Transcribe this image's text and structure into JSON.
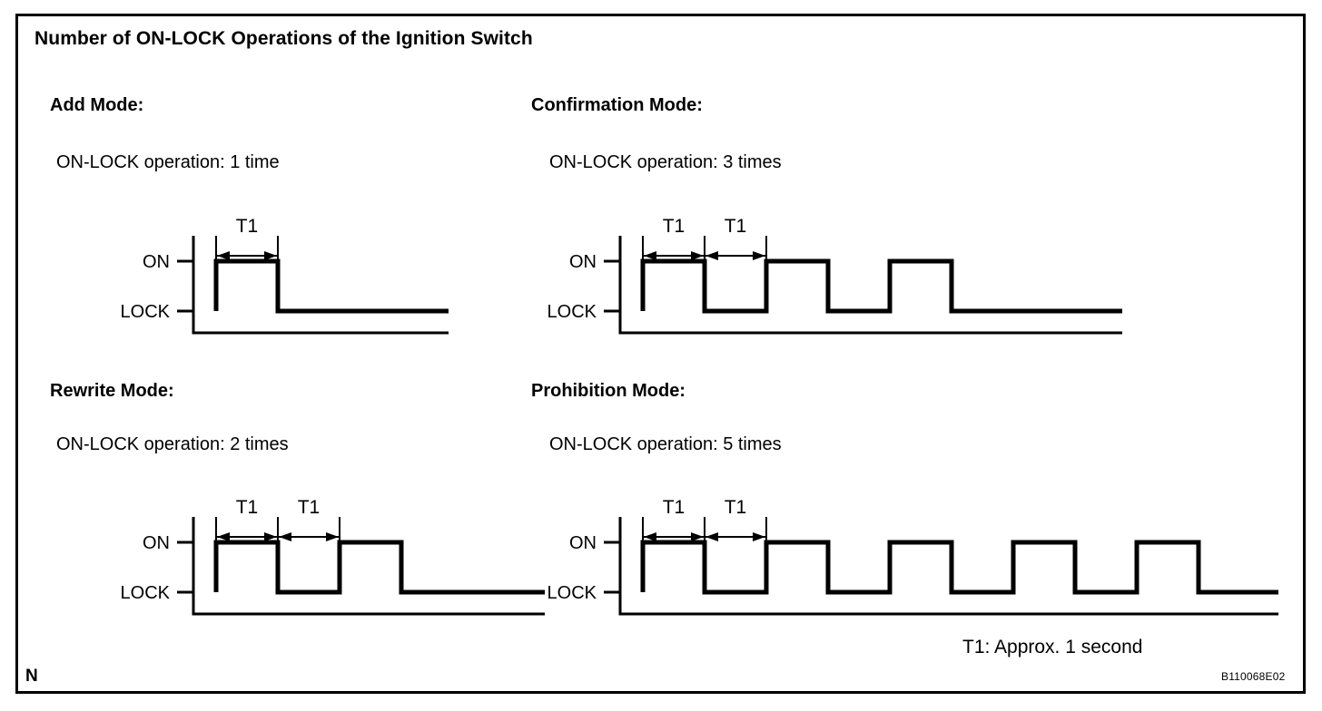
{
  "figure": {
    "title": "Number of ON-LOCK Operations of the Ignition Switch",
    "corner_marker": "N",
    "reference_code": "B110068E02",
    "footnote": "T1: Approx. 1 second"
  },
  "labels": {
    "level_high": "ON",
    "level_low": "LOCK",
    "interval": "T1"
  },
  "panels": [
    {
      "id": "add-mode",
      "heading": "Add Mode:",
      "operation_text": "ON-LOCK operation: 1 time",
      "pulses": 1,
      "dim_count": 1
    },
    {
      "id": "confirmation-mode",
      "heading": "Confirmation Mode:",
      "operation_text": "ON-LOCK operation: 3 times",
      "pulses": 3,
      "dim_count": 2
    },
    {
      "id": "rewrite-mode",
      "heading": "Rewrite Mode:",
      "operation_text": "ON-LOCK operation: 2 times",
      "pulses": 2,
      "dim_count": 2
    },
    {
      "id": "prohibition-mode",
      "heading": "Prohibition Mode:",
      "operation_text": "ON-LOCK operation: 5 times",
      "pulses": 5,
      "dim_count": 2
    }
  ],
  "chart_data": {
    "type": "line",
    "title": "Number of ON-LOCK Operations of the Ignition Switch",
    "xlabel": "",
    "ylabel": "",
    "y_levels": [
      "LOCK",
      "ON"
    ],
    "annotations": [
      "T1",
      "T1: Approx. 1 second"
    ],
    "series": [
      {
        "name": "Add Mode",
        "on_lock_operations": 1,
        "values": [
          0,
          1,
          0
        ]
      },
      {
        "name": "Confirmation Mode",
        "on_lock_operations": 3,
        "values": [
          0,
          1,
          0,
          1,
          0,
          1,
          0
        ]
      },
      {
        "name": "Rewrite Mode",
        "on_lock_operations": 2,
        "values": [
          0,
          1,
          0,
          1,
          0
        ]
      },
      {
        "name": "Prohibition Mode",
        "on_lock_operations": 5,
        "values": [
          0,
          1,
          0,
          1,
          0,
          1,
          0,
          1,
          0,
          1,
          0
        ]
      }
    ],
    "interval_label": "T1",
    "interval_value": "Approx. 1 second"
  },
  "geometry": {
    "panel_positions": [
      {
        "heading_left": 55,
        "heading_top": 105,
        "sub_left": 62,
        "sub_top": 168,
        "wave_left": 130,
        "wave_top": 228
      },
      {
        "heading_left": 585,
        "heading_top": 105,
        "sub_left": 605,
        "sub_top": 168,
        "wave_left": 600,
        "wave_top": 228
      },
      {
        "heading_left": 55,
        "heading_top": 420,
        "sub_left": 62,
        "sub_top": 479,
        "wave_left": 130,
        "wave_top": 538
      },
      {
        "heading_left": 585,
        "heading_top": 420,
        "sub_left": 605,
        "sub_top": 479,
        "wave_left": 600,
        "wave_top": 538
      }
    ],
    "axis_x": 83,
    "y_on": 60,
    "y_lock": 115,
    "y_base": 139,
    "start_x": 108,
    "pulse_width": 68,
    "tail_extra": [
      120,
      120,
      90,
      20
    ],
    "dim_top": 32
  }
}
